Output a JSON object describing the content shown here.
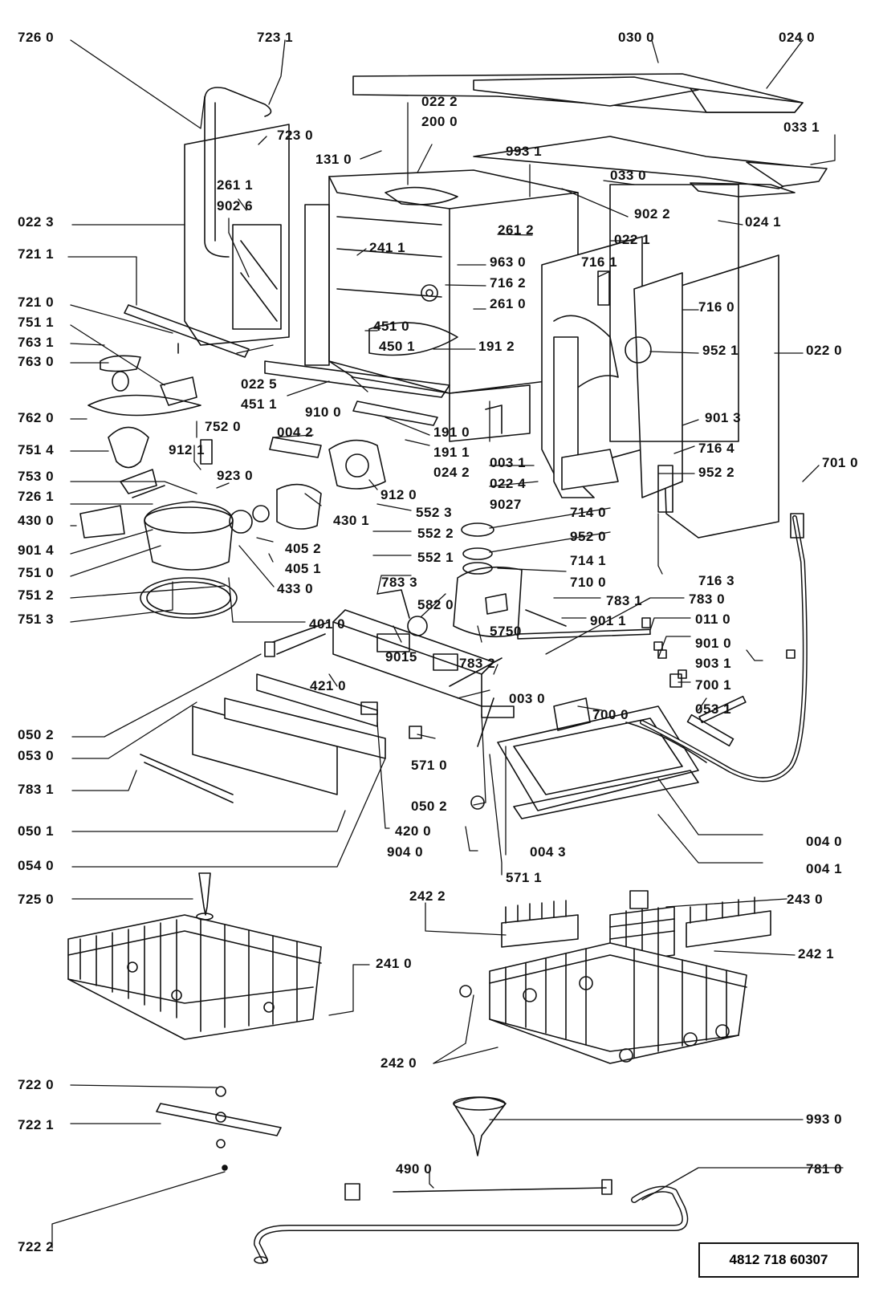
{
  "document_number": "4812 718 60307",
  "icons": {
    "outer-frame": "tub-frame-shape",
    "dishwasher-tub": "tub-box-shape",
    "worktop-panel": "top-panel-shape",
    "side-panel-right": "side-panel-shape",
    "side-panel-left": "side-panel-shape",
    "upper-basket": "wire-basket",
    "lower-basket": "wire-basket",
    "cutlery-basket": "cutlery-basket",
    "funnel": "funnel-shape",
    "drain-hose": "hose-shape",
    "inlet-hose": "hose-shape",
    "spray-arm-lower": "spray-arm",
    "spray-arm-upper": "spray-arm",
    "motor-pump": "pump-assembly",
    "sump": "sump-bowl",
    "water-softener": "softener-tank",
    "base-frame": "base-frame",
    "kick-plate": "plinth-panel",
    "heater-element": "heater-element"
  },
  "labels": [
    {
      "id": "p7260",
      "text": "726 0"
    },
    {
      "id": "p7231",
      "text": "723 1"
    },
    {
      "id": "p0300",
      "text": "030 0"
    },
    {
      "id": "p0240",
      "text": "024 0"
    },
    {
      "id": "p0222",
      "text": "022 2"
    },
    {
      "id": "p2000",
      "text": "200 0"
    },
    {
      "id": "p7230",
      "text": "723 0"
    },
    {
      "id": "p0331",
      "text": "033 1"
    },
    {
      "id": "p1310",
      "text": "131 0"
    },
    {
      "id": "p9931",
      "text": "993 1"
    },
    {
      "id": "p2611",
      "text": "261 1"
    },
    {
      "id": "p0330",
      "text": "033 0"
    },
    {
      "id": "p9026",
      "text": "902 6"
    },
    {
      "id": "p9022",
      "text": "902 2"
    },
    {
      "id": "p0223",
      "text": "022 3"
    },
    {
      "id": "p0241",
      "text": "024 1"
    },
    {
      "id": "p2612",
      "text": "261 2"
    },
    {
      "id": "p2411",
      "text": "241 1"
    },
    {
      "id": "p0221",
      "text": "022 1"
    },
    {
      "id": "p7211",
      "text": "721 1"
    },
    {
      "id": "p9630",
      "text": "963 0"
    },
    {
      "id": "p7161",
      "text": "716 1"
    },
    {
      "id": "p7162",
      "text": "716 2"
    },
    {
      "id": "p7210",
      "text": "721 0"
    },
    {
      "id": "p2610",
      "text": "261 0"
    },
    {
      "id": "p7160",
      "text": "716 0"
    },
    {
      "id": "p4510",
      "text": "451 0"
    },
    {
      "id": "p7511",
      "text": "751 1"
    },
    {
      "id": "p4501",
      "text": "450 1"
    },
    {
      "id": "p7631",
      "text": "763 1"
    },
    {
      "id": "p1912",
      "text": "191 2"
    },
    {
      "id": "p9521",
      "text": "952 1"
    },
    {
      "id": "p0220",
      "text": "022 0"
    },
    {
      "id": "p7630",
      "text": "763 0"
    },
    {
      "id": "p0225",
      "text": "022 5"
    },
    {
      "id": "p4511",
      "text": "451 1"
    },
    {
      "id": "p9100",
      "text": "910 0"
    },
    {
      "id": "p7620",
      "text": "762 0"
    },
    {
      "id": "p7520",
      "text": "752 0"
    },
    {
      "id": "p0042",
      "text": "004 2"
    },
    {
      "id": "p1910",
      "text": "191 0"
    },
    {
      "id": "p9013",
      "text": "901 3"
    },
    {
      "id": "p7514",
      "text": "751 4"
    },
    {
      "id": "p1911",
      "text": "191 1"
    },
    {
      "id": "p0031",
      "text": "003 1"
    },
    {
      "id": "p7164",
      "text": "716 4"
    },
    {
      "id": "p9121",
      "text": "912 1"
    },
    {
      "id": "p0242",
      "text": "024 2"
    },
    {
      "id": "p7010",
      "text": "701 0"
    },
    {
      "id": "p7530",
      "text": "753 0"
    },
    {
      "id": "p9230",
      "text": "923 0"
    },
    {
      "id": "p0224",
      "text": "022 4"
    },
    {
      "id": "p9522",
      "text": "952 2"
    },
    {
      "id": "p7261",
      "text": "726 1"
    },
    {
      "id": "p9120",
      "text": "912 0"
    },
    {
      "id": "p9027",
      "text": "9027"
    },
    {
      "id": "p4300",
      "text": "430 0"
    },
    {
      "id": "p4301",
      "text": "430 1"
    },
    {
      "id": "p5523",
      "text": "552 3"
    },
    {
      "id": "p7140",
      "text": "714 0"
    },
    {
      "id": "p5522",
      "text": "552 2"
    },
    {
      "id": "p4052",
      "text": "405 2"
    },
    {
      "id": "p9520",
      "text": "952 0"
    },
    {
      "id": "p9014",
      "text": "901 4"
    },
    {
      "id": "p5521",
      "text": "552 1"
    },
    {
      "id": "p4051",
      "text": "405 1"
    },
    {
      "id": "p7141",
      "text": "714 1"
    },
    {
      "id": "p7163",
      "text": "716 3"
    },
    {
      "id": "p7510",
      "text": "751 0"
    },
    {
      "id": "p7100",
      "text": "710 0"
    },
    {
      "id": "p7512",
      "text": "751 2"
    },
    {
      "id": "p4330",
      "text": "433 0"
    },
    {
      "id": "p7833",
      "text": "783 3"
    },
    {
      "id": "p7831a",
      "text": "783 1"
    },
    {
      "id": "p7830",
      "text": "783 0"
    },
    {
      "id": "p5820",
      "text": "582 0"
    },
    {
      "id": "p7513",
      "text": "751 3"
    },
    {
      "id": "p4010",
      "text": "401 0"
    },
    {
      "id": "p9011",
      "text": "901 1"
    },
    {
      "id": "p0110",
      "text": "011 0"
    },
    {
      "id": "p5750",
      "text": "5750"
    },
    {
      "id": "p9015",
      "text": "9015"
    },
    {
      "id": "p7832",
      "text": "783 2"
    },
    {
      "id": "p9010",
      "text": "901 0"
    },
    {
      "id": "p9031",
      "text": "903 1"
    },
    {
      "id": "p4210",
      "text": "421 0"
    },
    {
      "id": "p7001",
      "text": "700 1"
    },
    {
      "id": "p0030",
      "text": "003 0"
    },
    {
      "id": "p7000",
      "text": "700 0"
    },
    {
      "id": "p0531",
      "text": "053 1"
    },
    {
      "id": "p0502a",
      "text": "050 2"
    },
    {
      "id": "p0530",
      "text": "053 0"
    },
    {
      "id": "p5710",
      "text": "571 0"
    },
    {
      "id": "p7831b",
      "text": "783 1"
    },
    {
      "id": "p0502b",
      "text": "050 2"
    },
    {
      "id": "p0501",
      "text": "050 1"
    },
    {
      "id": "p4200",
      "text": "420 0"
    },
    {
      "id": "p0400",
      "text": "004 0"
    },
    {
      "id": "p0540",
      "text": "054 0"
    },
    {
      "id": "p9040",
      "text": "904 0"
    },
    {
      "id": "p0043",
      "text": "004 3"
    },
    {
      "id": "p0041",
      "text": "004 1"
    },
    {
      "id": "p5711",
      "text": "571 1"
    },
    {
      "id": "p7250",
      "text": "725 0"
    },
    {
      "id": "p2422",
      "text": "242 2"
    },
    {
      "id": "p2430",
      "text": "243 0"
    },
    {
      "id": "p2421",
      "text": "242 1"
    },
    {
      "id": "p2410",
      "text": "241 0"
    },
    {
      "id": "p2420",
      "text": "242 0"
    },
    {
      "id": "p7220",
      "text": "722 0"
    },
    {
      "id": "p9930",
      "text": "993 0"
    },
    {
      "id": "p7221",
      "text": "722 1"
    },
    {
      "id": "p4900",
      "text": "490 0"
    },
    {
      "id": "p7810",
      "text": "781 0"
    },
    {
      "id": "p7222",
      "text": "722 2"
    }
  ]
}
